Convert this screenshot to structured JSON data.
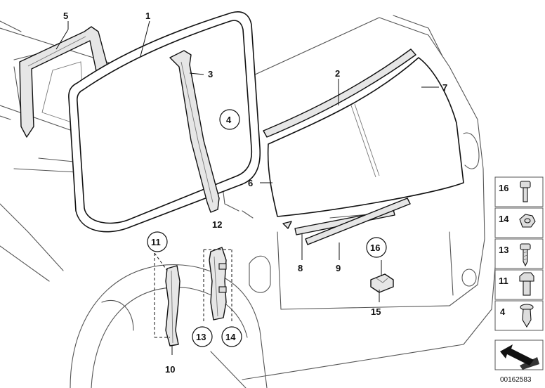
{
  "callouts": {
    "c1": "1",
    "c2": "2",
    "c3": "3",
    "c4": "4",
    "c5": "5",
    "c6": "6",
    "c7": "7",
    "c8": "8",
    "c9": "9",
    "c10": "10",
    "c11": "11",
    "c12": "12",
    "c13": "13",
    "c14": "14",
    "c15": "15",
    "c16": "16"
  },
  "fastener_legend": [
    "16",
    "14",
    "13",
    "11",
    "4"
  ],
  "reference_number": "00162583"
}
